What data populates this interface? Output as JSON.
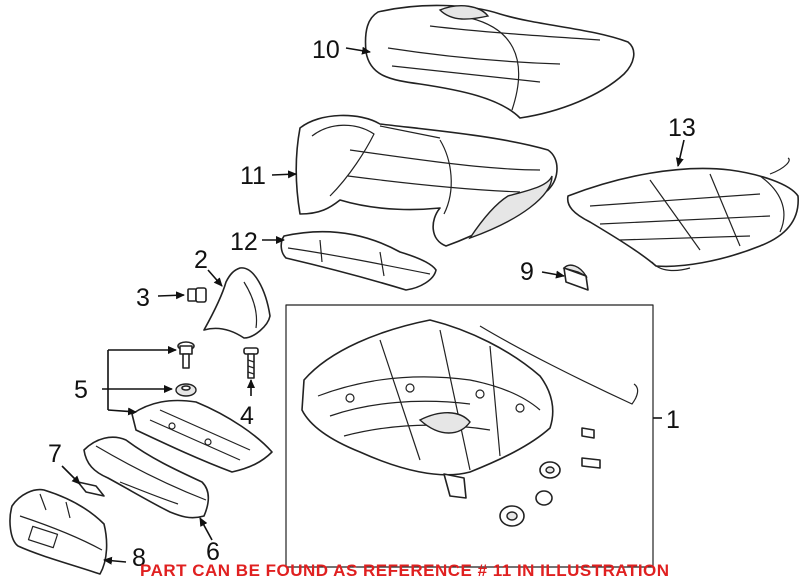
{
  "callouts": {
    "c1": "1",
    "c2": "2",
    "c3": "3",
    "c4": "4",
    "c5": "5",
    "c6": "6",
    "c7": "7",
    "c8": "8",
    "c9": "9",
    "c10": "10",
    "c11": "11",
    "c12": "12",
    "c13": "13"
  },
  "notice": "PART CAN BE FOUND AS REFERENCE # 11 IN ILLUSTRATION",
  "colors": {
    "notice": "#e02020",
    "lines": "#222222",
    "background": "#ffffff"
  }
}
